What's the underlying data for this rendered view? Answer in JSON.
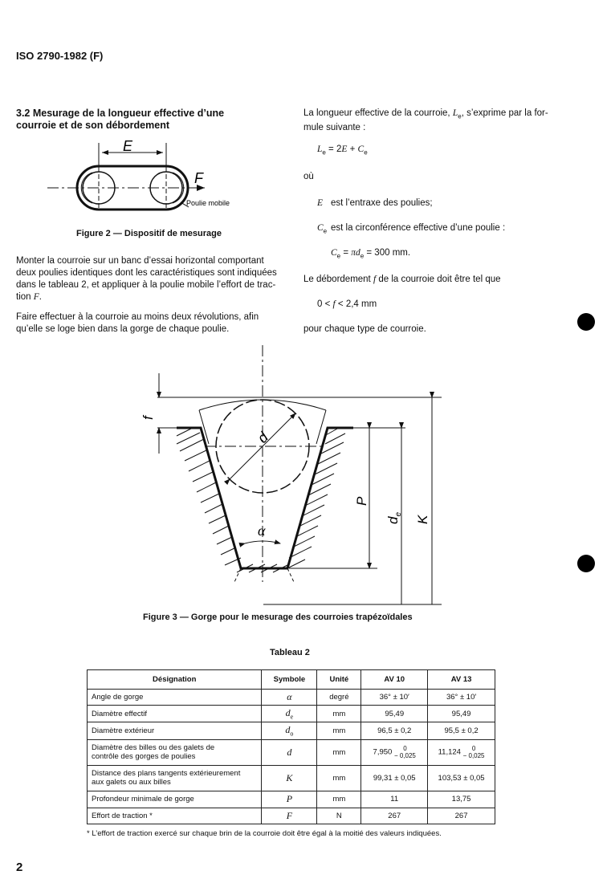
{
  "header": {
    "title": "ISO 2790-1982 (F)"
  },
  "section": {
    "heading_line1": "3.2  Mesurage de la longueur effective d’une",
    "heading_line2": "courroie et de son débordement"
  },
  "figure2": {
    "caption": "Figure 2 — Dispositif de mesurage",
    "label_E": "E",
    "label_F": "F",
    "label_poulie": "Poulie mobile"
  },
  "left_paragraphs": {
    "p1_l1": "Monter la courroie sur un banc d’essai horizontal comportant",
    "p1_l2": "deux poulies identiques dont les caractéristiques sont indiquées",
    "p1_l3": "dans le tableau 2, et appliquer à la poulie mobile l’effort de trac-",
    "p1_l4a": "tion ",
    "p1_l4var": "F",
    "p1_l4b": ".",
    "p2_l1": "Faire effectuer à la courroie au moins deux révolutions, afin",
    "p2_l2": "qu’elle se loge bien dans la gorge de chaque poulie."
  },
  "right_column": {
    "intro_l1a": "La longueur effective de la courroie, ",
    "intro_var": "L",
    "intro_sub": "e",
    "intro_l1b": ", s’exprime par la for-",
    "intro_l2": "mule suivante :",
    "formula1": {
      "lhs": "L",
      "lhs_sub": "e",
      "mid": " = 2",
      "var": "E",
      "plus": " + ",
      "rhs": "C",
      "rhs_sub": "e"
    },
    "ou": "où",
    "def_E_var": "E",
    "def_E_text": "est l’entraxe des poulies;",
    "def_C_var": "C",
    "def_C_sub": "e",
    "def_C_text": "est la circonférence effective d’une poulie :",
    "formula2": {
      "lhs": "C",
      "lhs_sub": "e",
      "eq": " = ",
      "pi": "π",
      "d": "d",
      "d_sub": "e",
      "rhs": " = 300 mm."
    },
    "deb_a": "Le débordement ",
    "deb_var": "f",
    "deb_b": " de la courroie doit être tel que",
    "ineq_a": "0 < ",
    "ineq_var": "f",
    "ineq_b": " < 2,4 mm",
    "per_type": "pour chaque type de courroie."
  },
  "figure3": {
    "caption": "Figure 3 — Gorge pour le mesurage des courroies trapézoïdales",
    "label_f": "f",
    "label_d": "d",
    "label_alpha": "α",
    "label_P": "P",
    "label_de": "d",
    "label_de_sub": "e",
    "label_K": "K"
  },
  "table2": {
    "title": "Tableau 2",
    "headers": [
      "Désignation",
      "Symbole",
      "Unité",
      "AV 10",
      "AV 13"
    ],
    "rows": [
      {
        "designation": "Angle de gorge",
        "symbole": "α",
        "unite": "degré",
        "av10": "36° ± 10′",
        "av13": "36° ± 10′"
      },
      {
        "designation": "Diamètre effectif",
        "symbole": "d",
        "symbole_sub": "e",
        "unite": "mm",
        "av10": "95,49",
        "av13": "95,49"
      },
      {
        "designation": "Diamètre extérieur",
        "symbole": "d",
        "symbole_sub": "o",
        "unite": "mm",
        "av10": "96,5 ± 0,2",
        "av13": "95,5 ± 0,2"
      },
      {
        "designation_l1": "Diamètre des billes ou des galets de",
        "designation_l2": "contrôle des gorges de poulies",
        "symbole": "d",
        "unite": "mm",
        "av10_base": "7,950",
        "av10_up": "0",
        "av10_low": "− 0,025",
        "av13_base": "11,124",
        "av13_up": "0",
        "av13_low": "− 0,025"
      },
      {
        "designation_l1": "Distance des plans tangents extérieurement",
        "designation_l2": "aux galets ou aux billes",
        "symbole": "K",
        "unite": "mm",
        "av10": "99,31 ± 0,05",
        "av13": "103,53 ± 0,05"
      },
      {
        "designation": "Profondeur minimale de gorge",
        "symbole": "P",
        "unite": "mm",
        "av10": "11",
        "av13": "13,75"
      },
      {
        "designation": "Effort de traction *",
        "symbole": "F",
        "unite": "N",
        "av10": "267",
        "av13": "267"
      }
    ],
    "footnote": "*   L’effort de traction exercé sur chaque brin de la courroie doit être égal à la moitié des valeurs indiquées."
  },
  "page_number": "2"
}
